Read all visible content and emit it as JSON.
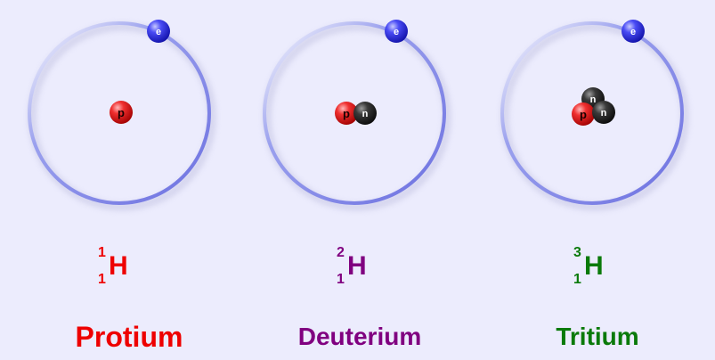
{
  "colors": {
    "background": "#ececfd",
    "orbit": "#7d82e8",
    "electron": "#3a3aee",
    "proton": "#ee2b2b",
    "neutron": "#3c3c3c",
    "protium": "#ee0000",
    "deuterium": "#800080",
    "tritium": "#0a7a0a"
  },
  "particles": {
    "electron": "e",
    "proton": "p",
    "neutron": "n"
  },
  "atoms": [
    {
      "name": "Protium",
      "symbol": "H",
      "mass_number": "1",
      "atomic_number": "1",
      "color": "#ee0000",
      "nucleus": [
        "p"
      ]
    },
    {
      "name": "Deuterium",
      "symbol": "H",
      "mass_number": "2",
      "atomic_number": "1",
      "color": "#800080",
      "nucleus": [
        "p",
        "n"
      ]
    },
    {
      "name": "Tritium",
      "symbol": "H",
      "mass_number": "3",
      "atomic_number": "1",
      "color": "#0a7a0a",
      "nucleus": [
        "p",
        "n",
        "n"
      ]
    }
  ]
}
